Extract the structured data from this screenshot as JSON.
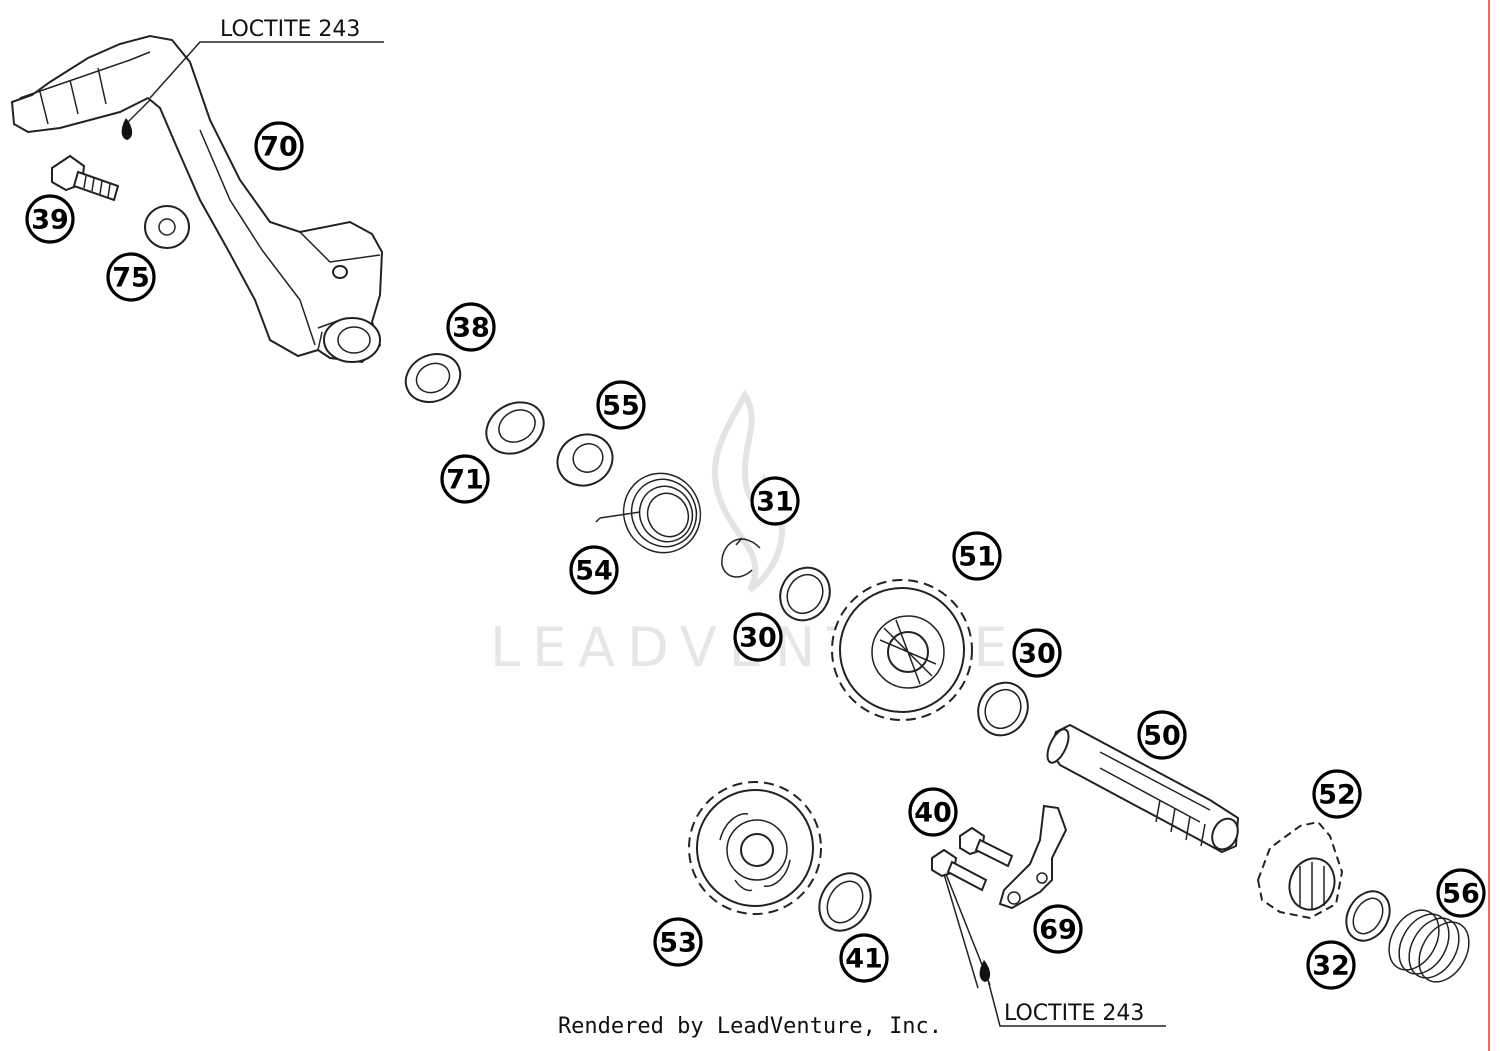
{
  "diagram": {
    "notes": [
      "LOCTITE 243",
      "LOCTITE 243"
    ],
    "watermark": "LEADVENTURE",
    "footer": "Rendered by LeadVenture, Inc.",
    "callouts": [
      "70",
      "39",
      "75",
      "38",
      "71",
      "55",
      "54",
      "31",
      "30",
      "51",
      "30",
      "50",
      "40",
      "52",
      "53",
      "41",
      "69",
      "56",
      "32"
    ]
  }
}
